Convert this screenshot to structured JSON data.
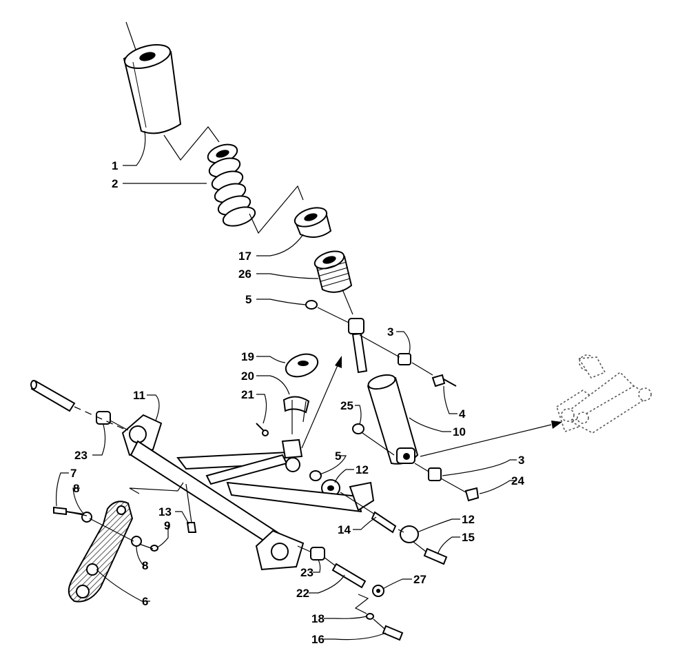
{
  "callouts": [
    {
      "id": "c1",
      "label": "1"
    },
    {
      "id": "c2",
      "label": "2"
    },
    {
      "id": "c17",
      "label": "17"
    },
    {
      "id": "c26",
      "label": "26"
    },
    {
      "id": "c5a",
      "label": "5"
    },
    {
      "id": "c3a",
      "label": "3"
    },
    {
      "id": "c19",
      "label": "19"
    },
    {
      "id": "c20",
      "label": "20"
    },
    {
      "id": "c21",
      "label": "21"
    },
    {
      "id": "c11",
      "label": "11"
    },
    {
      "id": "c4",
      "label": "4"
    },
    {
      "id": "c25",
      "label": "25"
    },
    {
      "id": "c10",
      "label": "10"
    },
    {
      "id": "c23a",
      "label": "23"
    },
    {
      "id": "c5b",
      "label": "5"
    },
    {
      "id": "c12a",
      "label": "12"
    },
    {
      "id": "c3b",
      "label": "3"
    },
    {
      "id": "c24",
      "label": "24"
    },
    {
      "id": "c7",
      "label": "7"
    },
    {
      "id": "c8a",
      "label": "8"
    },
    {
      "id": "c13",
      "label": "13"
    },
    {
      "id": "c9",
      "label": "9"
    },
    {
      "id": "c14",
      "label": "14"
    },
    {
      "id": "c12b",
      "label": "12"
    },
    {
      "id": "c15",
      "label": "15"
    },
    {
      "id": "c8b",
      "label": "8"
    },
    {
      "id": "c23b",
      "label": "23"
    },
    {
      "id": "c27",
      "label": "27"
    },
    {
      "id": "c22",
      "label": "22"
    },
    {
      "id": "c6",
      "label": "6"
    },
    {
      "id": "c18",
      "label": "18"
    },
    {
      "id": "c16",
      "label": "16"
    }
  ]
}
